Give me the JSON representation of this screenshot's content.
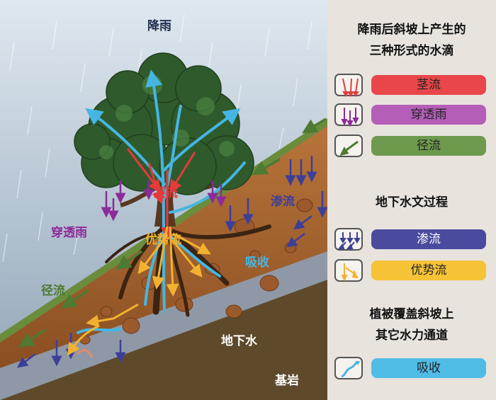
{
  "scene": {
    "rainfall": "降雨",
    "stemflow": "茎流",
    "throughfall": "穿透雨",
    "seepage": "渗流",
    "preferential_flow": "优势流",
    "absorption": "吸收",
    "surface_runoff": "径流",
    "groundwater": "地下水",
    "bedrock": "基岩"
  },
  "legend": {
    "section1_title_line1": "降雨后斜坡上产生的",
    "section1_title_line2": "三种形式的水滴",
    "section2_title": "地下水文过程",
    "section3_title_line1": "植被覆盖斜坡上",
    "section3_title_line2": "其它水力通道",
    "items": [
      {
        "label": "茎流",
        "color": "#e8464a",
        "icon": "stemflow-icon"
      },
      {
        "label": "穿透雨",
        "color": "#b45eb8",
        "icon": "throughfall-icon"
      },
      {
        "label": "径流",
        "color": "#6e9a4e",
        "icon": "surface-runoff-icon"
      },
      {
        "label": "渗流",
        "color": "#4a4a9e",
        "icon": "seepage-icon"
      },
      {
        "label": "优势流",
        "color": "#f5c335",
        "icon": "preferential-flow-icon"
      },
      {
        "label": "吸收",
        "color": "#4fbce6",
        "icon": "absorption-icon"
      }
    ]
  }
}
